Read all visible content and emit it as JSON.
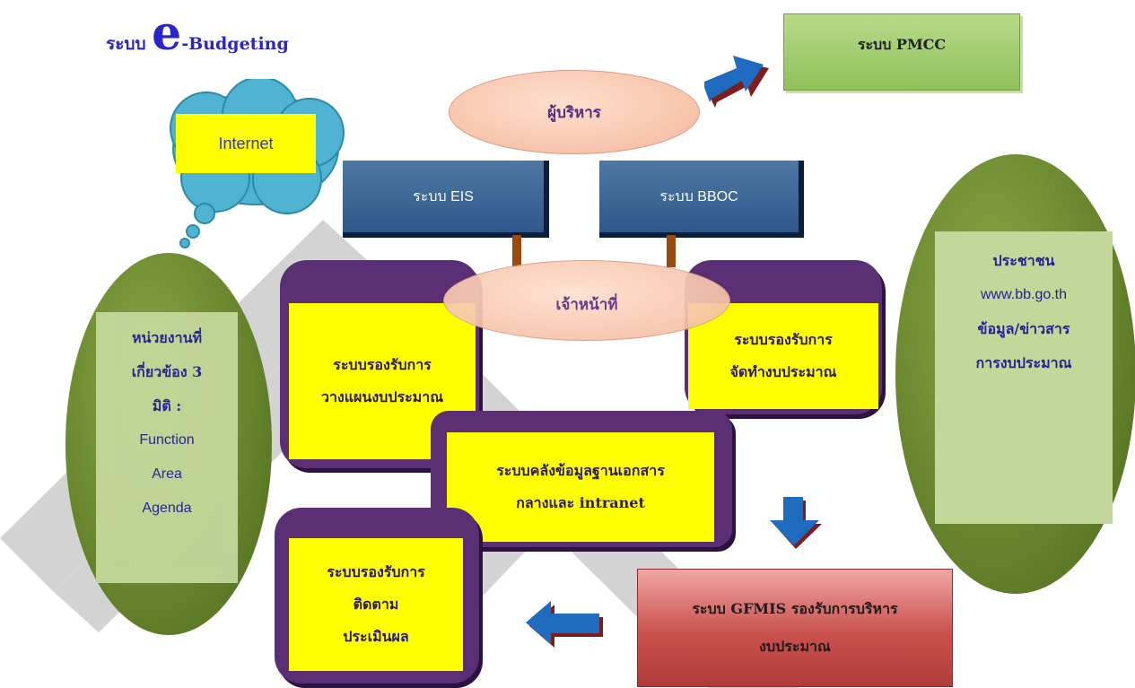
{
  "title": {
    "prefix": "ระบบ ",
    "e": "e",
    "suffix": "-Budgeting"
  },
  "nodes": {
    "pmcc": "ระบบ PMCC",
    "executive": "ผู้บริหาร",
    "internet": "Internet",
    "eis": "ระบบ EIS",
    "bboc": "ระบบ BBOC",
    "staff": "เจ้าหน้าที่",
    "planning": [
      "ระบบรองรับการ",
      "วางแผนงบประมาณ"
    ],
    "preparation": [
      "ระบบรองรับการ",
      "จัดทำงบประมาณ"
    ],
    "repository": [
      "ระบบคลังข้อมูลฐานเอกสาร",
      "กลางและ intranet"
    ],
    "monitoring": [
      "ระบบรองรับการ",
      "ติดตาม",
      "ประเมินผล"
    ],
    "gfmis": [
      "ระบบ GFMIS รองรับการบริหาร",
      "งบประมาณ"
    ],
    "agencies": [
      "หน่วยงานที่",
      "เกี่ยวข้อง 3",
      "มิติ :",
      "Function",
      "Area",
      "Agenda"
    ],
    "public": [
      "ประชาชน",
      "www.bb.go.th",
      "ข้อมูล/ข่าวสาร",
      "การงบประมาณ"
    ]
  },
  "colors": {
    "title": "#2a25c9",
    "yellow": "#ffff00",
    "purple_frame": "#5a2f73",
    "blue_box": "#3a6494",
    "green_oval": "#6e8f31",
    "pale_green": "#c4d79b",
    "red_box": "#c0504d",
    "arrow": "#1f6bbf"
  }
}
